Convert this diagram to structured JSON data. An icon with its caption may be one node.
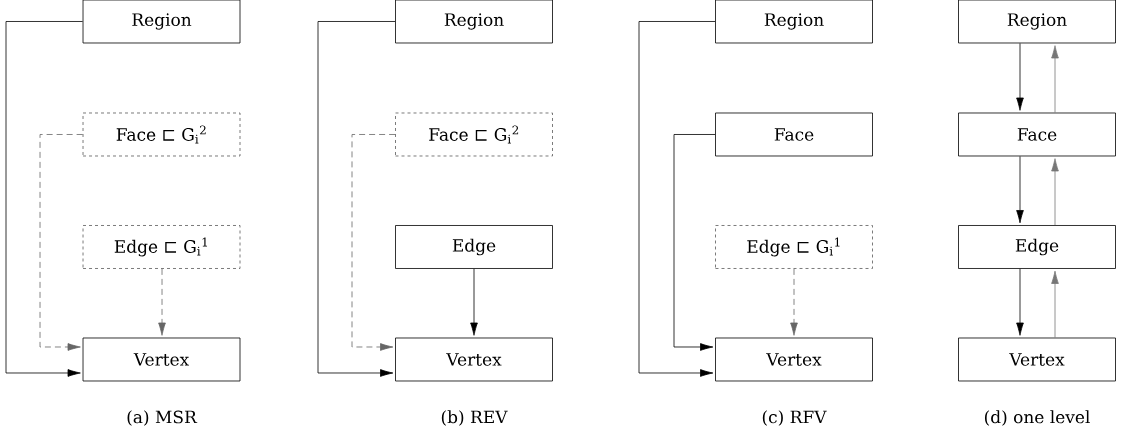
{
  "diagram": {
    "nodes": [
      {
        "text": [
          "Region"
        ]
      },
      {
        "text": [
          "Face ⊏ G$_{i}$$^{2}$"
        ]
      },
      {
        "text": [
          "Edge ⊏ G$_{i}$$^{1}$"
        ]
      },
      {
        "text": [
          "Vertex"
        ]
      },
      {
        "text": [
          "Region"
        ]
      },
      {
        "text": [
          "Face ⊏ G$_{i}$$^{2}$"
        ]
      },
      {
        "text": [
          "Edge"
        ]
      },
      {
        "text": [
          "Vertex"
        ]
      },
      {
        "text": [
          "Region"
        ]
      },
      {
        "text": [
          "Face"
        ]
      },
      {
        "text": [
          "Edge ⊏ G$_{i}$$^{1}$"
        ]
      },
      {
        "text": [
          "Vertex"
        ]
      },
      {
        "text": [
          "Region"
        ]
      },
      {
        "text": [
          "Face"
        ]
      },
      {
        "text": [
          "Edge"
        ]
      },
      {
        "text": [
          "Vertex"
        ]
      }
    ],
    "edges": [
      {
        "from": 0,
        "to": 3,
        "arrow": "to"
      },
      {
        "from": 1,
        "to": 3,
        "arrow": "to",
        "style": "dashed",
        "color": "#666666"
      },
      {
        "from": 2,
        "to": 3,
        "arrow": "to",
        "style": "dashed",
        "color": "#666666"
      },
      {
        "from": 4,
        "to": 7,
        "arrow": "to"
      },
      {
        "from": 5,
        "to": 7,
        "arrow": "to",
        "style": "dashed",
        "color": "#666666"
      },
      {
        "from": 6,
        "to": 7,
        "arrow": "to"
      },
      {
        "from": 8,
        "to": 11,
        "arrow": "to"
      },
      {
        "from": 9,
        "to": 11,
        "arrow": "to"
      },
      {
        "from": 10,
        "to": 11,
        "arrow": "to",
        "style": "dashed",
        "color": "#666666"
      },
      {
        "from": 12,
        "to": 13,
        "arrow": "to"
      },
      {
        "from": 13,
        "to": 12,
        "arrow": "to",
        "color": "#777777"
      },
      {
        "from": 13,
        "to": 14,
        "arrow": "to"
      },
      {
        "from": 14,
        "to": 13,
        "arrow": "to",
        "color": "#777777"
      },
      {
        "from": 14,
        "to": 15,
        "arrow": "to"
      },
      {
        "from": 15,
        "to": 14,
        "arrow": "to",
        "color": "#777777"
      }
    ],
    "labels": [
      "(a) MSR",
      "(b) REV",
      "(c) RFV",
      "(d) one level"
    ]
  }
}
